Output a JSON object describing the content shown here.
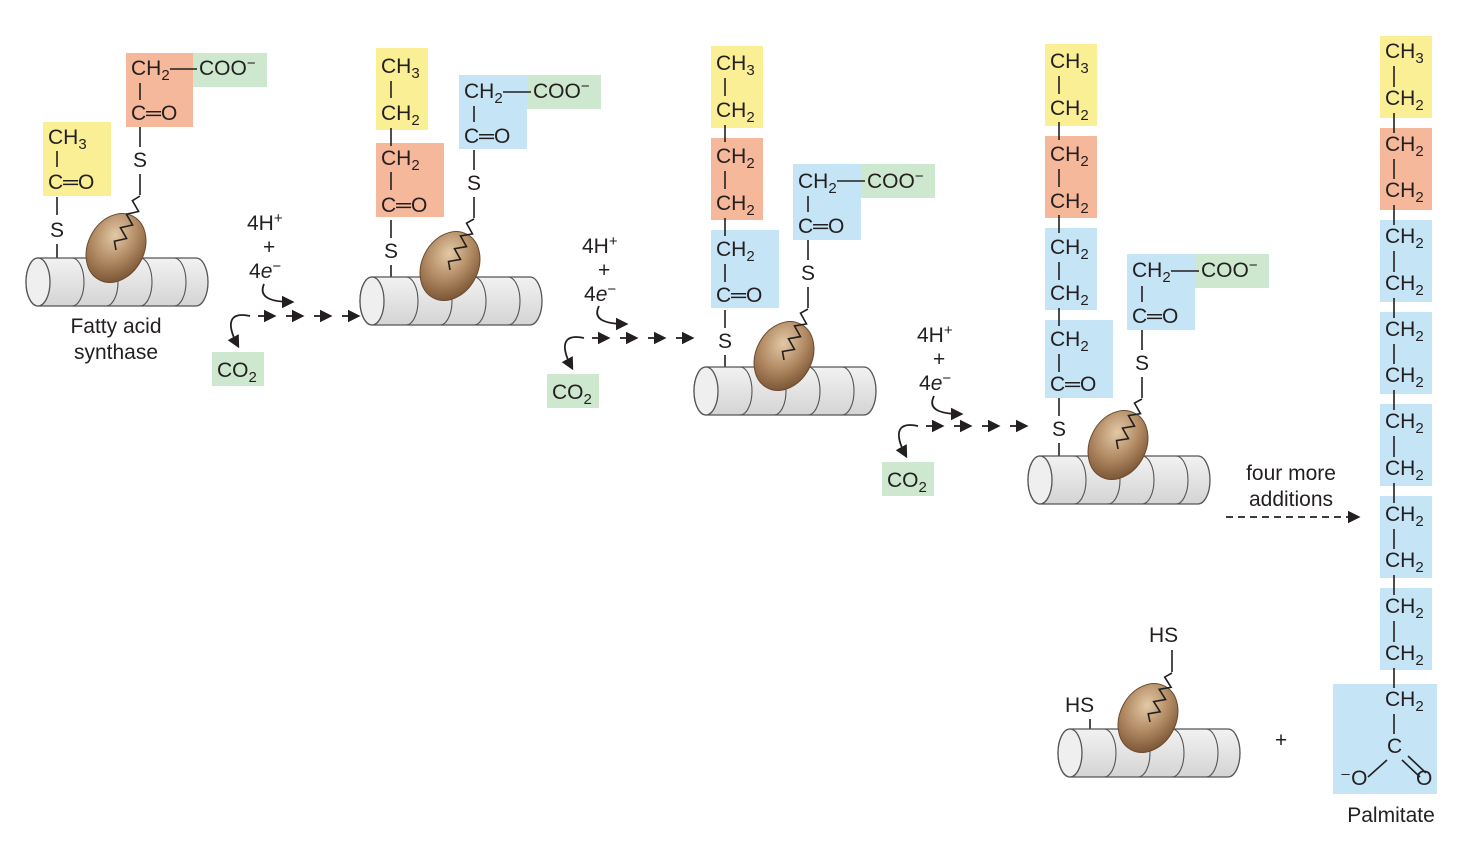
{
  "colors": {
    "yellow": "#fbef95",
    "orange": "#f6b89a",
    "blue": "#c5e4f6",
    "green": "#cde8cf",
    "cylinder_fill": "#e6e6e6",
    "cylinder_stroke": "#555555",
    "ellipse_light": "#d4b48f",
    "ellipse_dark": "#8a6240"
  },
  "chem": {
    "ch3": "CH",
    "ch2": "CH",
    "sub3": "3",
    "sub2": "2",
    "carbonyl": "C═O",
    "coo": "COO",
    "s": "S",
    "hs": "HS",
    "c": "C",
    "o": "O",
    "minus": "−",
    "neg_o": "⁻O"
  },
  "labels": {
    "fatty_acid_synthase_line1": "Fatty acid",
    "fatty_acid_synthase_line2": "synthase",
    "co2": "CO",
    "co2_sub": "2",
    "reduction_h": "4H",
    "reduction_plus_sup": "+",
    "reduction_plus": "+",
    "reduction_e": "4e",
    "reduction_e_sup": "−",
    "four_more_line1": "four more",
    "four_more_line2": "additions",
    "plus": "+",
    "palmitate": "Palmitate"
  }
}
